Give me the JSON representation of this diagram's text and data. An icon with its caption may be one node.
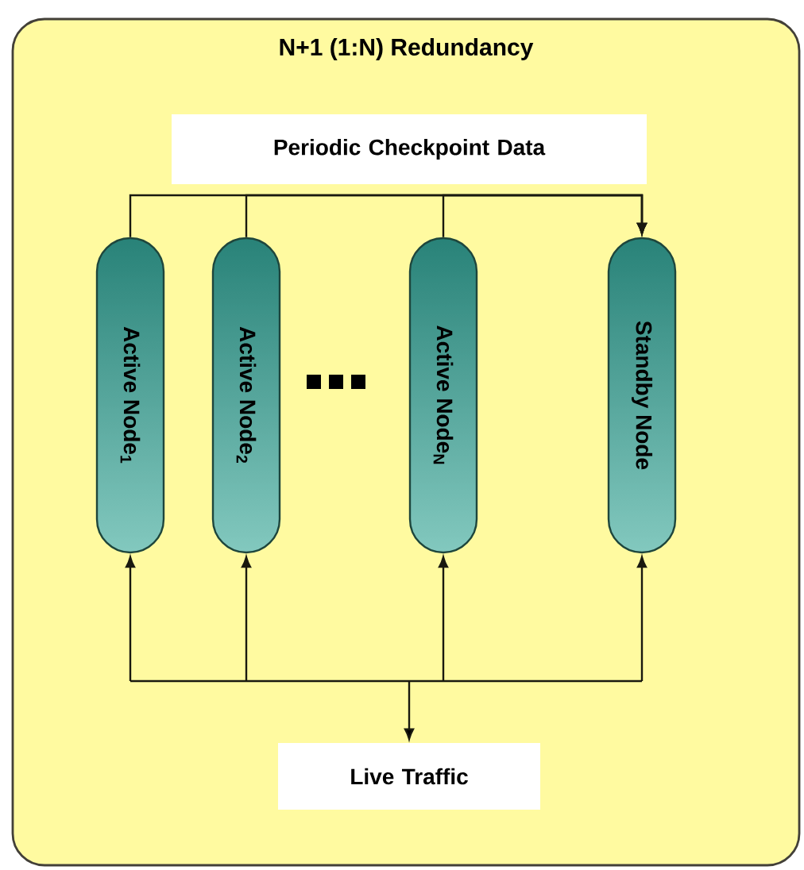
{
  "diagram": {
    "nodes": [
      {
        "text": [
          "N+1 (1:N) Redundancy"
        ]
      },
      {
        "text": [
          "Periodic Checkpoint Data"
        ],
        "in": 0
      },
      {
        "text": [
          "Active Node$_{1}$"
        ],
        "in": 0
      },
      {
        "text": [
          "Active Node$_{2}$"
        ],
        "in": 0
      },
      {
        "text": [
          "Active Node$_{N}$"
        ],
        "in": 0
      },
      {
        "text": [
          "Standby Node"
        ],
        "in": 0
      },
      {
        "text": [
          "Live Traffic"
        ],
        "in": 0
      }
    ],
    "edges": [
      {
        "from": 2,
        "to": 5,
        "arrow": "to"
      },
      {
        "from": 3,
        "to": 5,
        "arrow": "to"
      },
      {
        "from": 4,
        "to": 5,
        "arrow": "to"
      },
      {
        "from": 6,
        "to": 2,
        "arrow": "both"
      },
      {
        "from": 6,
        "to": 3,
        "arrow": "both"
      },
      {
        "from": 6,
        "to": 4,
        "arrow": "both"
      },
      {
        "from": 6,
        "to": 5,
        "arrow": "both"
      }
    ]
  }
}
